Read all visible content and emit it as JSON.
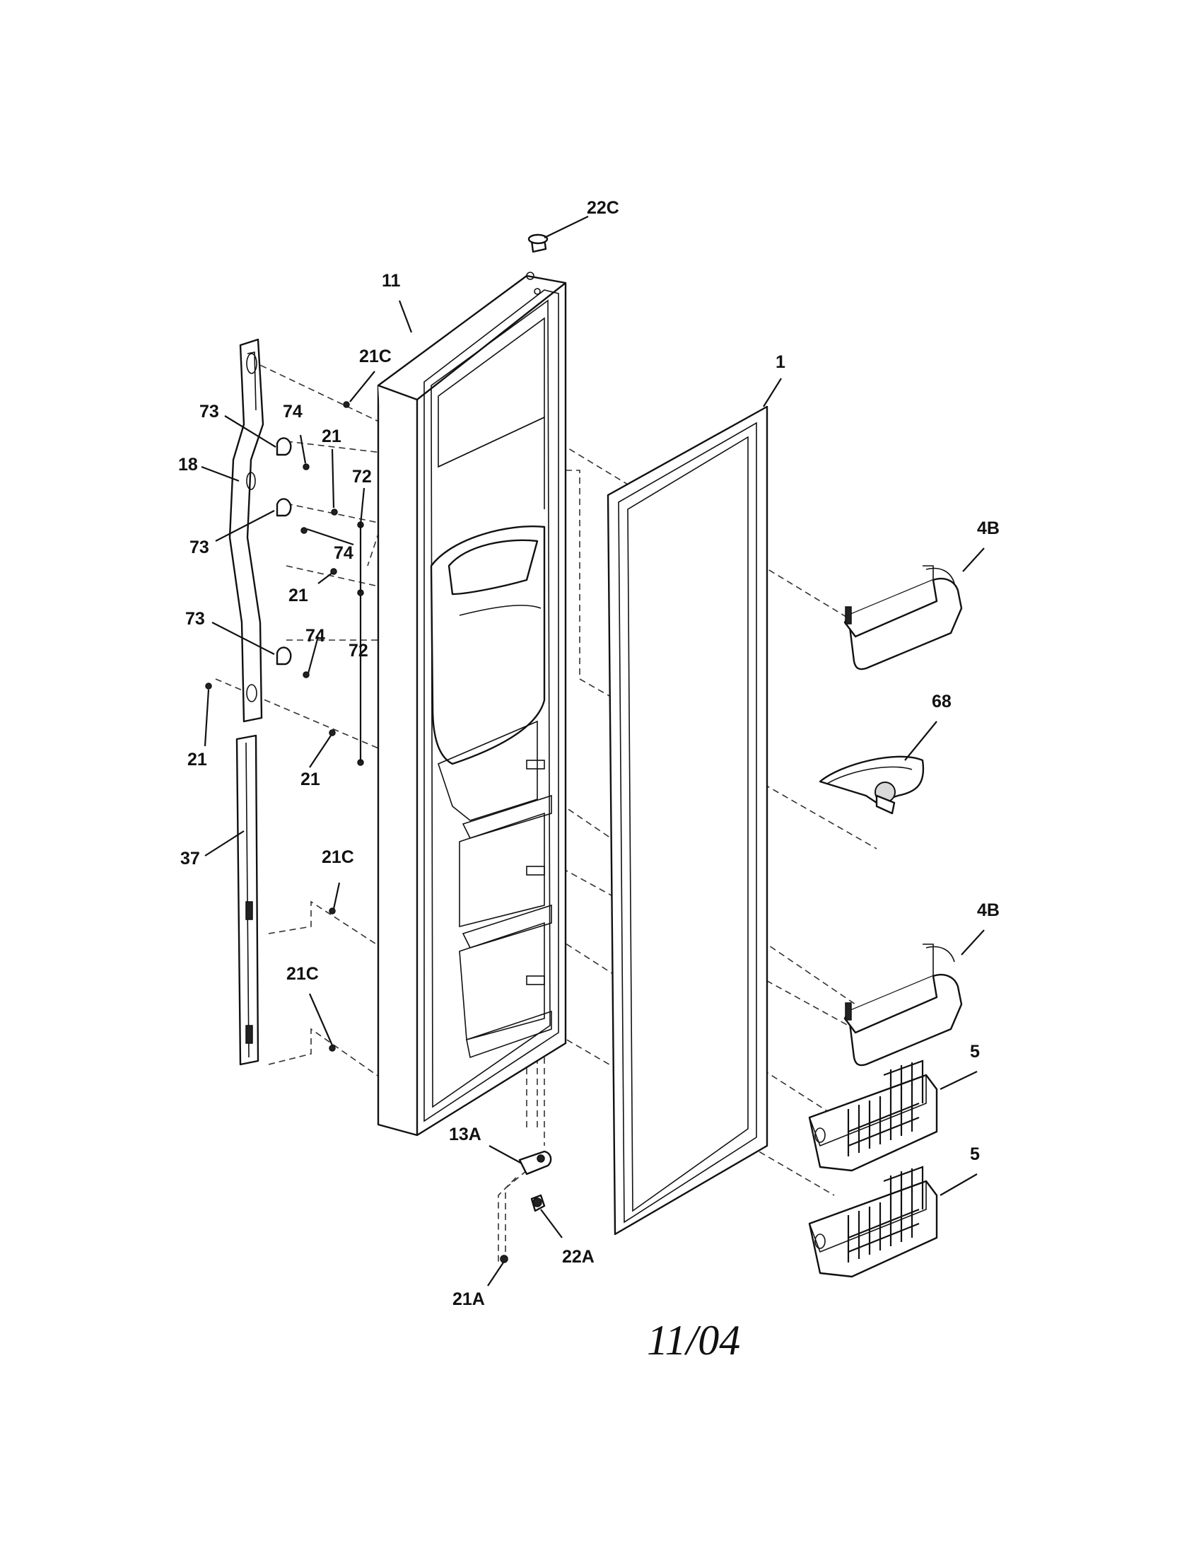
{
  "callouts": {
    "c22C_top": "22C",
    "c11": "11",
    "c1": "1",
    "c21C_a": "21C",
    "c73_a": "73",
    "c74_a": "74",
    "c21_a": "21",
    "c18": "18",
    "c72_a": "72",
    "c73_b": "73",
    "c74_b": "74",
    "c21_b": "21",
    "c73_c": "73",
    "c74_c": "74",
    "c72_b": "72",
    "c21_c": "21",
    "c21_d": "21",
    "c37": "37",
    "c21C_b": "21C",
    "c21C_c": "21C",
    "c4B_a": "4B",
    "c68": "68",
    "c4B_b": "4B",
    "c5_a": "5",
    "c5_b": "5",
    "c13A": "13A",
    "c22A": "22A",
    "c21A": "21A"
  },
  "date_stamp": "11/04",
  "colors": {
    "ink": "#111111",
    "background": "#ffffff",
    "shade": "#d9d9d9"
  }
}
